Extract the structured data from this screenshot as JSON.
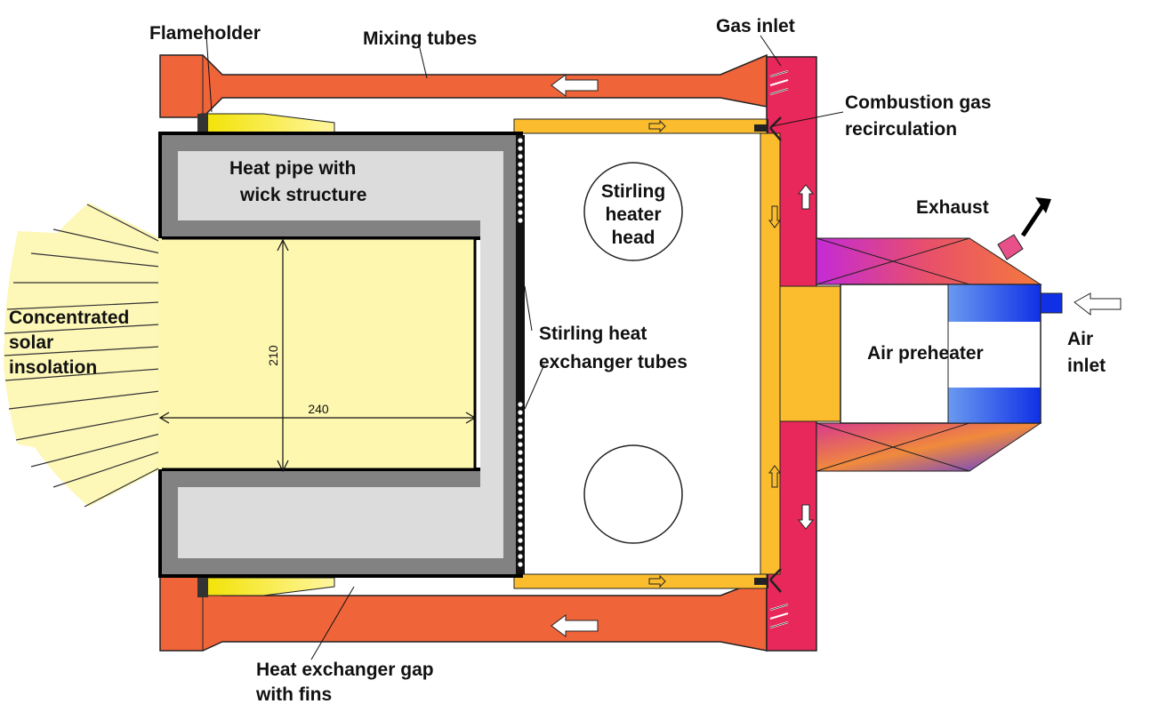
{
  "labels": {
    "flameholder": "Flameholder",
    "mixing_tubes": "Mixing tubes",
    "gas_inlet": "Gas inlet",
    "combustion_gas_1": "Combustion gas",
    "combustion_gas_2": "recirculation",
    "heat_pipe_1": "Heat pipe with",
    "heat_pipe_2": "wick structure",
    "stirling_head_1": "Stirling",
    "stirling_head_2": "heater",
    "stirling_head_3": "head",
    "exhaust": "Exhaust",
    "solar_1": "Concentrated",
    "solar_2": "solar",
    "solar_3": "insolation",
    "stirling_tubes_1": "Stirling heat",
    "stirling_tubes_2": "exchanger tubes",
    "air_preheater": "Air preheater",
    "air_inlet_1": "Air",
    "air_inlet_2": "inlet",
    "gap_1": "Heat exchanger gap",
    "gap_2": "with fins"
  },
  "dimensions": {
    "height": "210",
    "width": "240"
  },
  "colors": {
    "mixing_tube": "#f0643a",
    "manifold": "#e8285a",
    "flow_channel": "#fbbd2e",
    "receiver_cavity": "#fdf7b0",
    "heat_pipe_wall": "#828282",
    "heat_pipe_fill": "#dcdcdc",
    "preheater_blue": "#2a4ae8",
    "exhaust_gradient_start": "#cc2cd8",
    "exhaust_gradient_end": "#f5763c",
    "solar_rays": "#fdf7b8"
  }
}
